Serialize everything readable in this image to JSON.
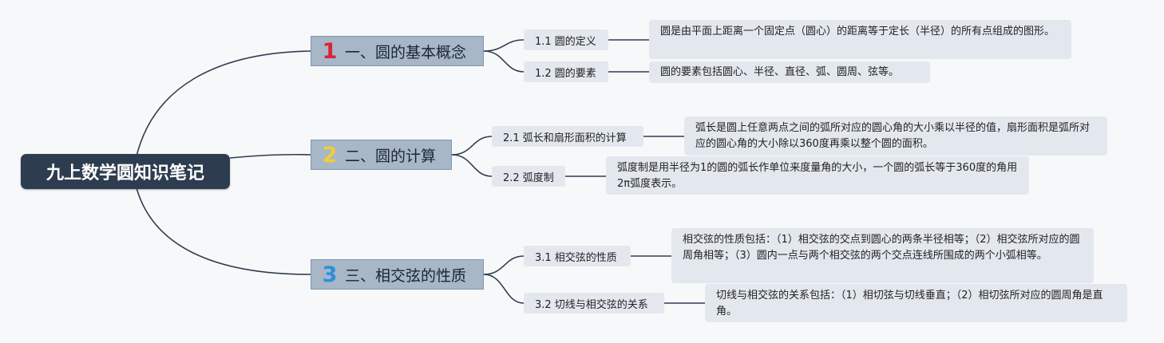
{
  "root": {
    "title": "九上数学圆知识笔记"
  },
  "sections": [
    {
      "num": "1",
      "num_color": "#d9233a",
      "title": "一、圆的基本概念",
      "items": [
        {
          "label": "1.1 圆的定义",
          "note": "圆是由平面上距离一个固定点（圆心）的距离等于定长（半径）的所有点组成的图形。"
        },
        {
          "label": "1.2 圆的要素",
          "note": "圆的要素包括圆心、半径、直径、弧、圆周、弦等。"
        }
      ]
    },
    {
      "num": "2",
      "num_color": "#f2cc3b",
      "title": "二、圆的计算",
      "items": [
        {
          "label": "2.1 弧长和扇形面积的计算",
          "note": "弧长是圆上任意两点之间的弧所对应的圆心角的大小乘以半径的值，扇形面积是弧所对应的圆心角的大小除以360度再乘以整个圆的面积。"
        },
        {
          "label": "2.2 弧度制",
          "note": "弧度制是用半径为1的圆的弧长作单位来度量角的大小，一个圆的弧长等于360度的角用2π弧度表示。"
        }
      ]
    },
    {
      "num": "3",
      "num_color": "#2d8fdb",
      "title": "三、相交弦的性质",
      "items": [
        {
          "label": "3.1 相交弦的性质",
          "note": "相交弦的性质包括：（1）相交弦的交点到圆心的两条半径相等；（2）相交弦所对应的圆周角相等；（3）圆内一点与两个相交弦的两个交点连线所围成的两个小弧相等。"
        },
        {
          "label": "3.2 切线与相交弦的关系",
          "note": "切线与相交弦的关系包括：（1）相切弦与切线垂直；（2）相切弦所对应的圆周角是直角。"
        }
      ]
    }
  ]
}
